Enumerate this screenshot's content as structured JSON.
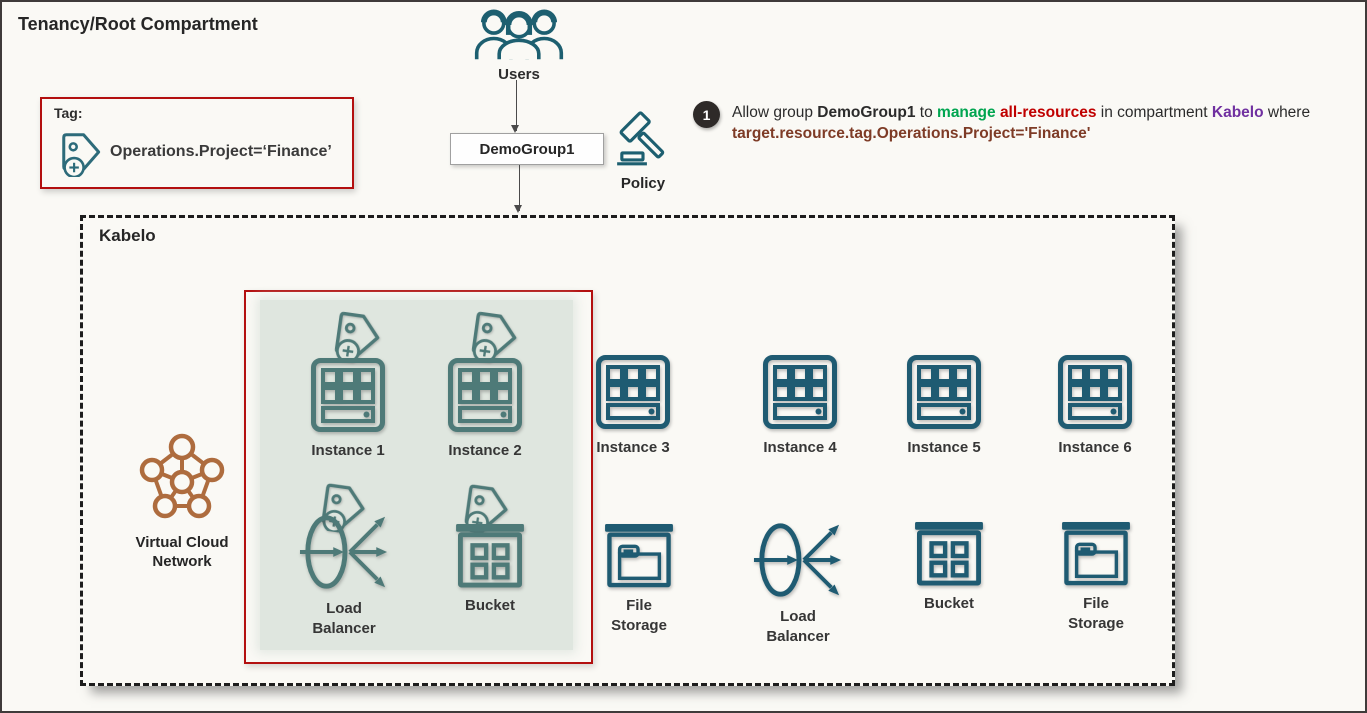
{
  "title": "Tenancy/Root Compartment",
  "tag_legend": {
    "heading": "Tag:",
    "value": "Operations.Project=‘Finance’"
  },
  "users": {
    "label": "Users"
  },
  "group": {
    "label": "DemoGroup1"
  },
  "policy": {
    "label": "Policy",
    "badge": "1",
    "statement": {
      "allow": "Allow group ",
      "group": "DemoGroup1",
      "to": " to ",
      "manage": "manage",
      "space": " ",
      "all_resources": "all-resources",
      "in_compartment": " in compartment ",
      "compartment": "Kabelo",
      "where": " where",
      "condition": "target.resource.tag.Operations.Project='Finance'"
    }
  },
  "compartment": {
    "label": "Kabelo"
  },
  "vcn": {
    "label": "Virtual Cloud Network"
  },
  "resources": {
    "instance1": "Instance 1",
    "instance2": "Instance 2",
    "instance3": "Instance 3",
    "instance4": "Instance 4",
    "instance5": "Instance 5",
    "instance6": "Instance 6",
    "load_balancer1": "Load Balancer",
    "bucket1": "Bucket",
    "file_storage1": "File Storage",
    "load_balancer2": "Load Balancer",
    "bucket2": "Bucket",
    "file_storage2": "File Storage"
  },
  "colors": {
    "red_border": "#b30f0f",
    "tagged_teal": "#4e7a78",
    "plain_teal": "#1f5b72",
    "vcn_brown": "#ae6c3e",
    "green_panel": "#dfe6df",
    "policy_manage_green": "#00a550",
    "policy_resources_red": "#c00000",
    "policy_compartment_purple": "#7030a0",
    "policy_condition_brown": "#7e3b26"
  }
}
